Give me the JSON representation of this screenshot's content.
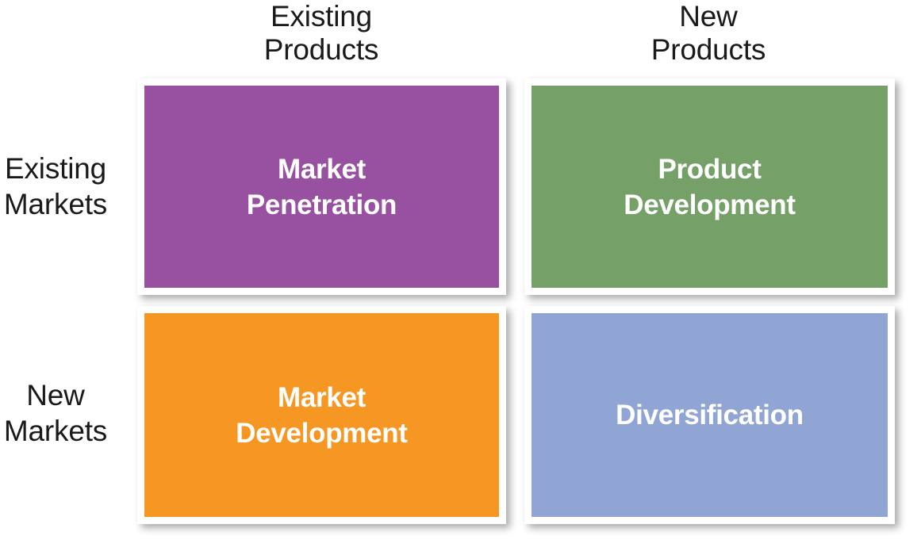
{
  "diagram": {
    "type": "2x2-matrix",
    "background_color": "#ffffff",
    "frame_color": "#ffffff",
    "label_text_color": "#1a1a1a",
    "cell_text_color": "#ffffff",
    "column_headers": [
      {
        "id": "existing-products",
        "label": "Existing\nProducts"
      },
      {
        "id": "new-products",
        "label": "New\nProducts"
      }
    ],
    "row_headers": [
      {
        "id": "existing-markets",
        "label": "Existing\nMarkets"
      },
      {
        "id": "new-markets",
        "label": "New\nMarkets"
      }
    ],
    "quadrants": [
      {
        "id": "market-penetration",
        "label": "Market\nPenetration",
        "color": "#9850a0",
        "row": "Existing Markets",
        "column": "Existing Products"
      },
      {
        "id": "product-development",
        "label": "Product\nDevelopment",
        "color": "#75a068",
        "row": "Existing Markets",
        "column": "New Products"
      },
      {
        "id": "market-development",
        "label": "Market\nDevelopment",
        "color": "#f59722",
        "row": "New Markets",
        "column": "Existing Products"
      },
      {
        "id": "diversification",
        "label": "Diversification",
        "color": "#90a5d3",
        "row": "New Markets",
        "column": "New Products"
      }
    ]
  }
}
